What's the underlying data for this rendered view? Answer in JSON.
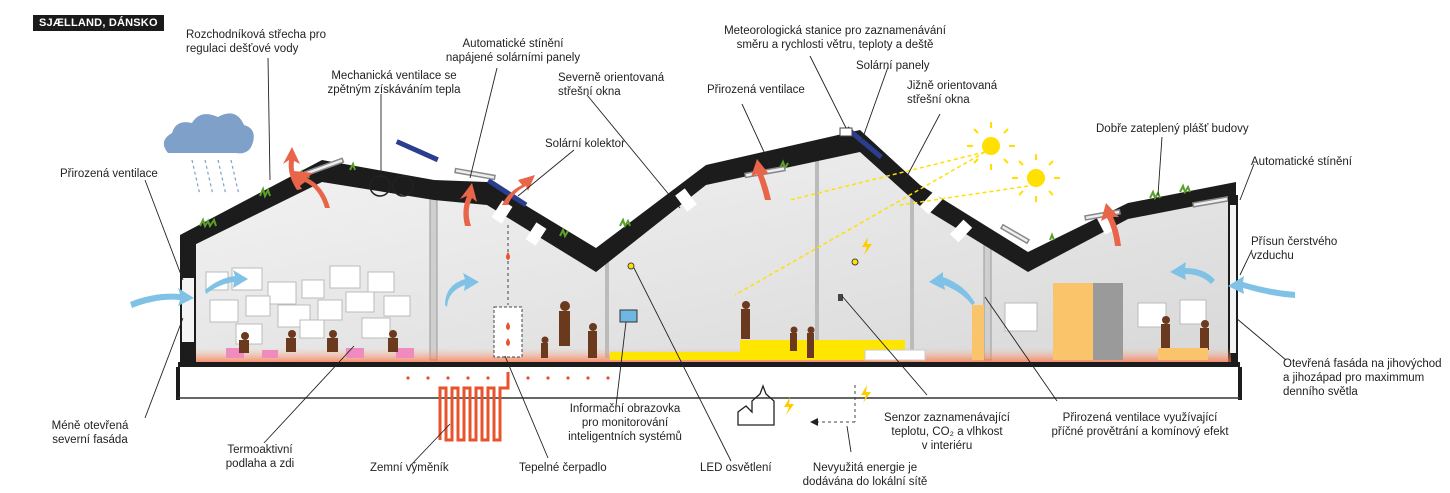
{
  "region_tag": "SJÆLLAND, DÁNSKO",
  "labels": {
    "rainwater_roof": "Rozchodníková střecha pro\nregulaci dešťové vody",
    "mech_ventilation": "Mechanická ventilace se\nzpětným získáváním tepla",
    "auto_shading_solar": "Automatické stínění\nnapájené solárními panely",
    "north_windows": "Severně orientovaná\nstřešní okna",
    "solar_collector": "Solární kolektor",
    "weather_station": "Meteorologická stanice pro zaznamenávání\nsměru a rychlosti větru, teploty a deště",
    "solar_panels": "Solární panely",
    "natural_vent_mid": "Přirozená ventilace",
    "south_windows": "Jižně orientovaná\nstřešní okna",
    "insulated_envelope": "Dobře zateplený plášť budovy",
    "auto_shading": "Automatické stínění",
    "natural_vent_left": "Přirozená ventilace",
    "fresh_air": "Přísun čerstvého\nvzduchu",
    "open_facade": "Otevřená fasáda na jihovýchod\na jihozápad pro maximmum\ndenního světla",
    "north_facade": "Méně otevřená\nseverní fasáda",
    "thermoactive": "Termoaktivní\npodlaha a zdi",
    "ground_exchanger": "Zemní výměník",
    "heat_pump": "Tepelné čerpadlo",
    "info_screen": "Informační obrazovka\npro monitorování\ninteligentních systémů",
    "led": "LED osvětlení",
    "surplus_energy": "Nevyužitá energie je\ndodávána do lokální sítě",
    "sensor": "Senzor zaznamenávající\nteplotu, CO₂ a vlhkost\nv interiéru",
    "cross_vent": "Přirozená ventilace využívající\npříčné provětrání a komínový efekt"
  },
  "colors": {
    "roof": "#1c1c1c",
    "green_roof": "#5aa02c",
    "warm_air": "#e8654a",
    "cool_air": "#7fc2e6",
    "floor_heat": "#e8532e",
    "sun": "#ffe000",
    "led_floor": "#ffe600",
    "people": "#6b3a1e",
    "pink_seats": "#f08bc0",
    "orange_wall": "#f9c46a"
  }
}
